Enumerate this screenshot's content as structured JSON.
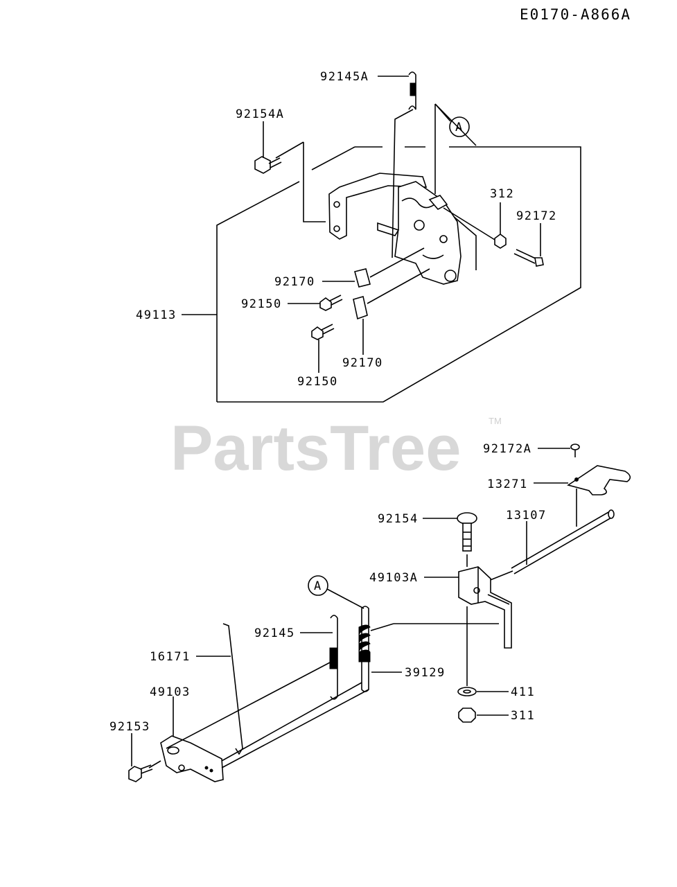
{
  "diagram_code": "E0170-A866A",
  "watermark": {
    "text": "PartsTree",
    "tm": "TM"
  },
  "callouts": {
    "a_top": "A",
    "a_bottom": "A"
  },
  "parts": {
    "p92145A": "92145A",
    "p92154A": "92154A",
    "p312": "312",
    "p92172": "92172",
    "p92170_a": "92170",
    "p92150_a": "92150",
    "p49113": "49113",
    "p92170_b": "92170",
    "p92150_b": "92150",
    "p92172A": "92172A",
    "p13271": "13271",
    "p92154": "92154",
    "p13107": "13107",
    "p49103A": "49103A",
    "p92145": "92145",
    "p16171": "16171",
    "p39129": "39129",
    "p49103": "49103",
    "p411": "411",
    "p92153": "92153",
    "p311": "311"
  }
}
